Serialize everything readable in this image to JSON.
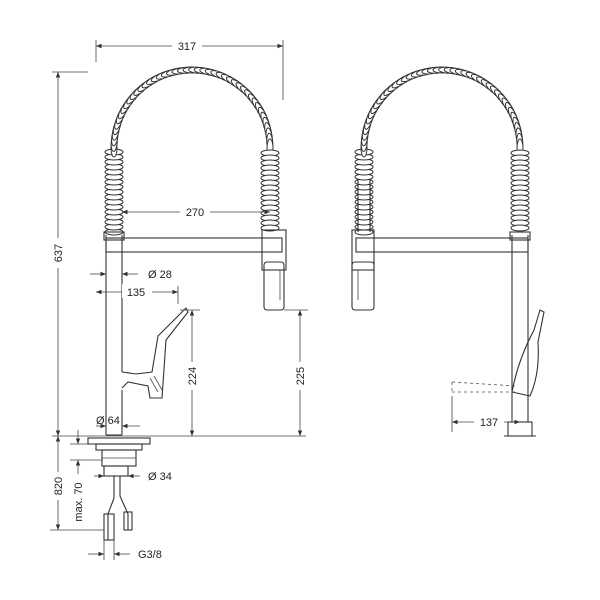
{
  "dimensions": {
    "width_top": "317",
    "spout_reach": "270",
    "total_height": "637",
    "spout_diameter": "Ø 28",
    "body_offset": "135",
    "handle_height": "224",
    "outlet_height": "225",
    "base_diameter": "Ø 64",
    "install_depth": "820",
    "max_thickness": "max. 70",
    "shank_diameter": "Ø 34",
    "handle_swing": "137",
    "connection_thread": "G3/8"
  },
  "colors": {
    "line": "#333333",
    "text": "#222222",
    "background": "#ffffff"
  }
}
